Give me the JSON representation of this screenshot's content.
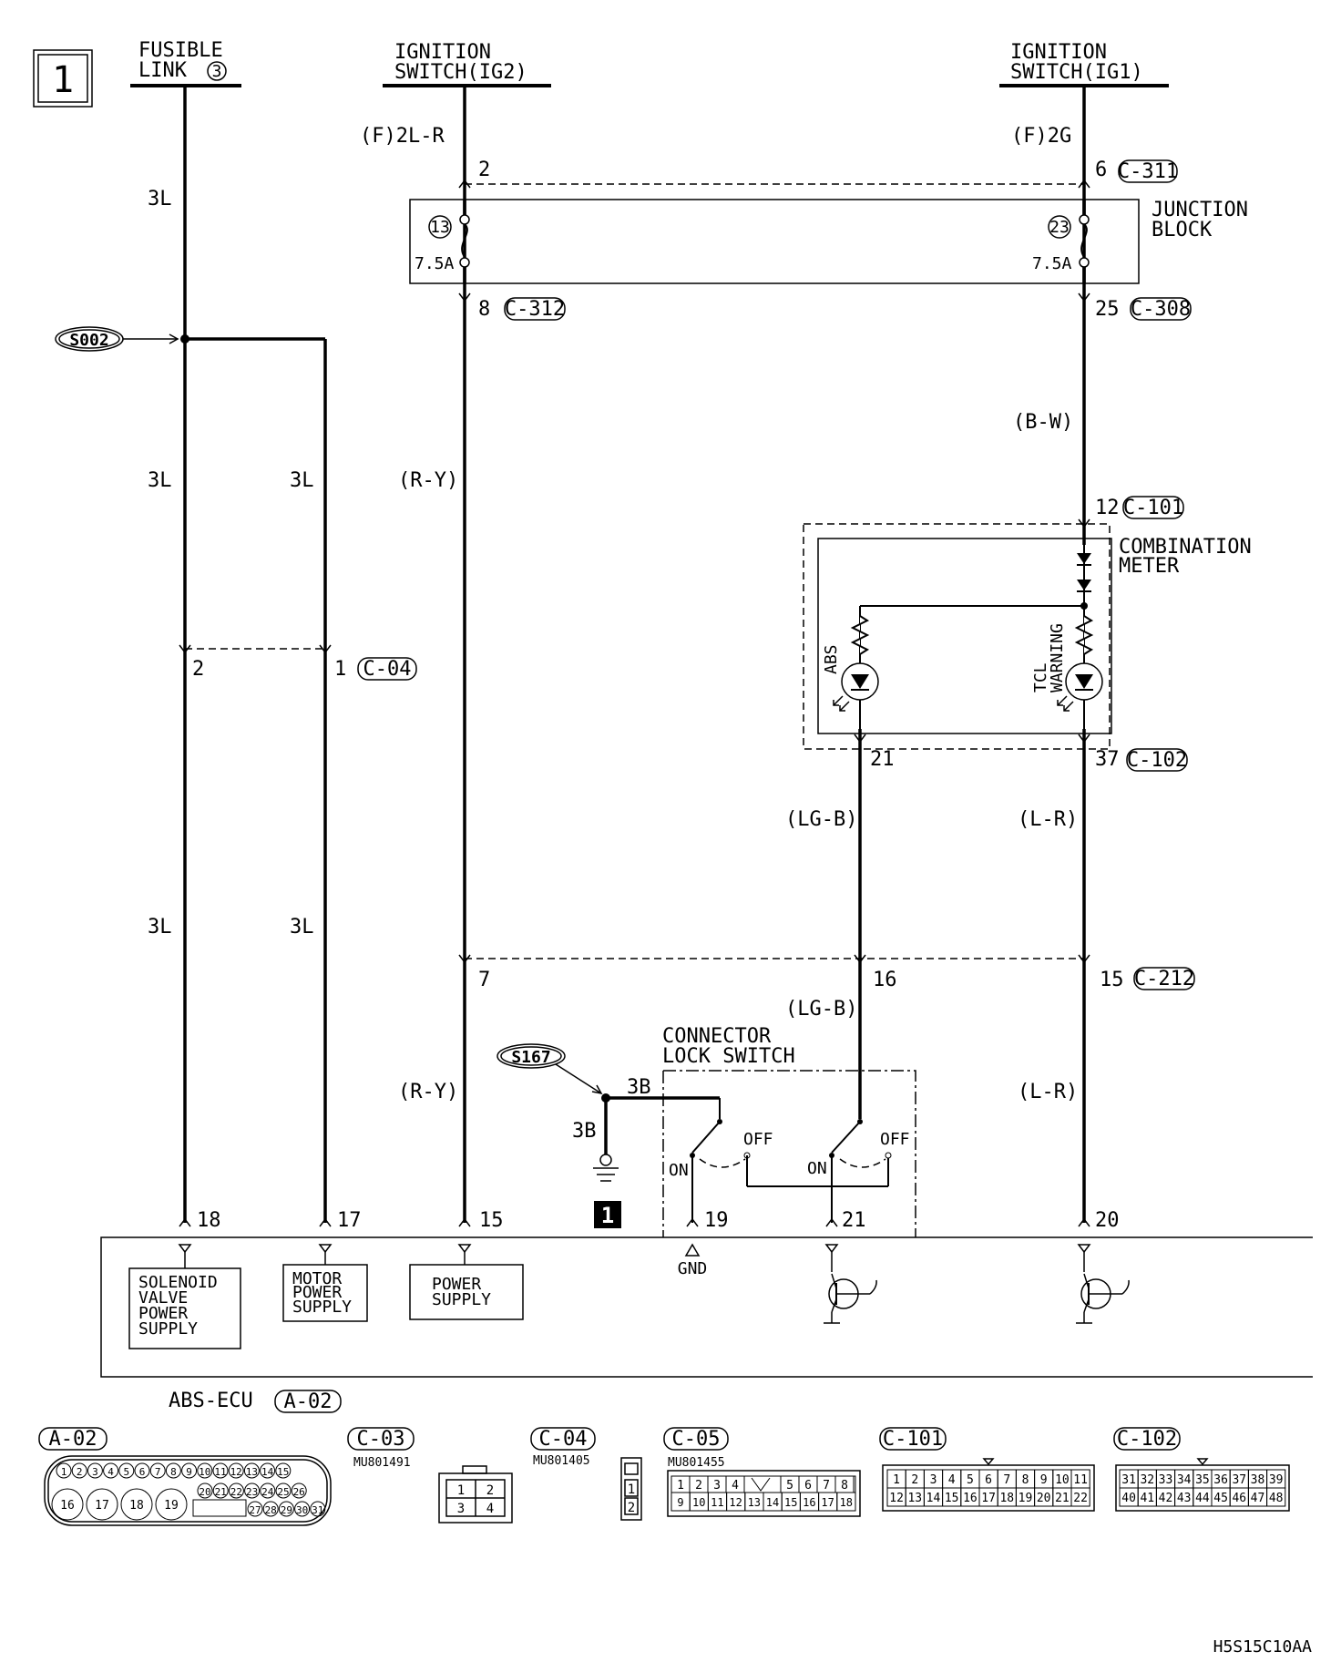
{
  "page_number": "1",
  "sources": {
    "fusible_link": {
      "line1": "FUSIBLE",
      "line2": "LINK",
      "num": "3"
    },
    "ig2": {
      "line1": "IGNITION",
      "line2": "SWITCH(IG2)"
    },
    "ig1": {
      "line1": "IGNITION",
      "line2": "SWITCH(IG1)"
    }
  },
  "wire_labels": {
    "f_2lr": "(F)2L-R",
    "f_2g": "(F)2G",
    "w3l_a": "3L",
    "w3l_b": "3L",
    "w3l_c": "3L",
    "w3l_d": "3L",
    "w3l_e": "3L",
    "ry_a": "(R-Y)",
    "ry_b": "(R-Y)",
    "bw": "(B-W)",
    "lgb_a": "(LG-B)",
    "lgb_b": "(LG-B)",
    "lr_a": "(L-R)",
    "lr_b": "(L-R)",
    "b3_a": "3B",
    "b3_b": "3B"
  },
  "pins": {
    "p2_top": "2",
    "p6": "6",
    "p8": "8",
    "p25": "25",
    "p12": "12",
    "p2_c04": "2",
    "p1_c04": "1",
    "p21_meter": "21",
    "p37": "37",
    "p7": "7",
    "p16": "16",
    "p15_c212": "15",
    "p18": "18",
    "p17": "17",
    "p15_ecu": "15",
    "p19": "19",
    "p21_ecu": "21",
    "p20": "20"
  },
  "connectors": {
    "c311": "C-311",
    "c312": "C-312",
    "c308": "C-308",
    "c101": "C-101",
    "c04": "C-04",
    "c102": "C-102",
    "c212": "C-212"
  },
  "junction_block": {
    "line1": "JUNCTION",
    "line2": "BLOCK",
    "fuse_left_num": "13",
    "fuse_right_num": "23",
    "fuse_left_amp": "7.5A",
    "fuse_right_amp": "7.5A"
  },
  "splices": {
    "s002": "S002",
    "s167": "S167"
  },
  "combination_meter": {
    "line1": "COMBINATION",
    "line2": "METER",
    "lamp_abs": "ABS",
    "lamp_tcl_1": "TCL",
    "lamp_tcl_2": "WARNING"
  },
  "connector_lock_switch": {
    "line1": "CONNECTOR",
    "line2": "LOCK SWITCH",
    "on_left": "ON",
    "off_left": "OFF",
    "on_right": "ON",
    "off_right": "OFF"
  },
  "ground_ref": "1",
  "ecu": {
    "name": "ABS-ECU",
    "connector": "A-02",
    "block_solenoid": [
      "SOLENOID",
      "VALVE",
      "POWER",
      "SUPPLY"
    ],
    "block_motor": [
      "MOTOR",
      "POWER",
      "SUPPLY"
    ],
    "block_power": [
      "POWER",
      "SUPPLY"
    ],
    "gnd": "GND"
  },
  "connector_views": [
    {
      "id": "A-02",
      "part": "",
      "rows": [
        [
          "1",
          "2",
          "3",
          "4",
          "5",
          "6",
          "7",
          "8",
          "9",
          "10",
          "11",
          "12",
          "13",
          "14",
          "15"
        ],
        [
          "16",
          "17",
          "18",
          "19",
          "20",
          "21",
          "22",
          "23",
          "24",
          "25",
          "26"
        ],
        [
          "27",
          "28",
          "29",
          "30",
          "31"
        ]
      ]
    },
    {
      "id": "C-03",
      "part": "MU801491",
      "rows": [
        [
          "1",
          "2"
        ],
        [
          "3",
          "4"
        ]
      ]
    },
    {
      "id": "C-04",
      "part": "MU801405",
      "rows": [
        [
          "1"
        ],
        [
          "2"
        ]
      ]
    },
    {
      "id": "C-05",
      "part": "MU801455",
      "rows": [
        [
          "1",
          "2",
          "3",
          "4",
          "5",
          "6",
          "7",
          "8"
        ],
        [
          "9",
          "10",
          "11",
          "12",
          "13",
          "14",
          "15",
          "16",
          "17",
          "18"
        ]
      ]
    },
    {
      "id": "C-101",
      "part": "",
      "rows": [
        [
          "1",
          "2",
          "3",
          "4",
          "5",
          "6",
          "7",
          "8",
          "9",
          "10",
          "11"
        ],
        [
          "12",
          "13",
          "14",
          "15",
          "16",
          "17",
          "18",
          "19",
          "20",
          "21",
          "22"
        ]
      ]
    },
    {
      "id": "C-102",
      "part": "",
      "rows": [
        [
          "31",
          "32",
          "33",
          "34",
          "35",
          "36",
          "37",
          "38",
          "39"
        ],
        [
          "40",
          "41",
          "42",
          "43",
          "44",
          "45",
          "46",
          "47",
          "48"
        ]
      ]
    }
  ],
  "figure_code": "H5S15C10AA"
}
